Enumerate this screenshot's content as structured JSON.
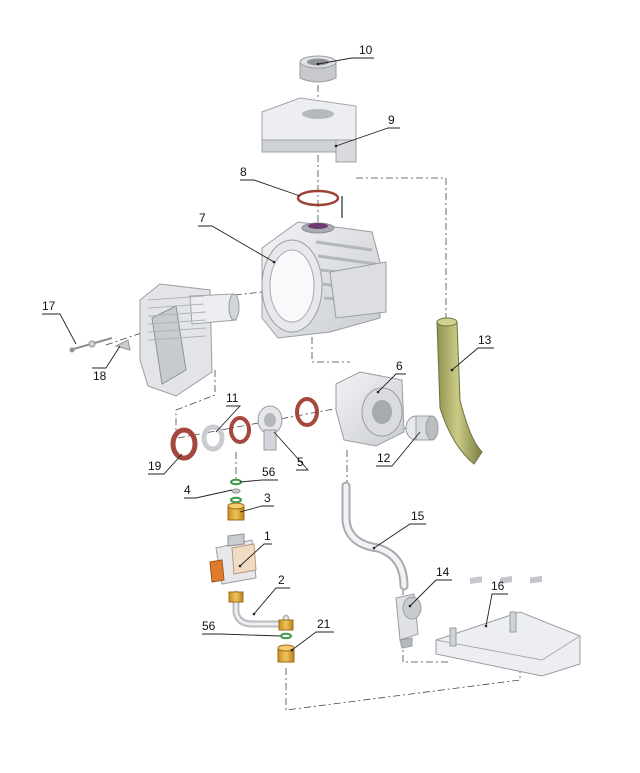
{
  "diagram": {
    "callouts": [
      {
        "id": "10",
        "text": "10"
      },
      {
        "id": "9",
        "text": "9"
      },
      {
        "id": "8",
        "text": "8"
      },
      {
        "id": "7",
        "text": "7"
      },
      {
        "id": "17",
        "text": "17"
      },
      {
        "id": "18",
        "text": "18"
      },
      {
        "id": "13",
        "text": "13"
      },
      {
        "id": "6",
        "text": "6"
      },
      {
        "id": "11",
        "text": "11"
      },
      {
        "id": "19",
        "text": "19"
      },
      {
        "id": "5",
        "text": "5"
      },
      {
        "id": "12",
        "text": "12"
      },
      {
        "id": "56a",
        "text": "56"
      },
      {
        "id": "4",
        "text": "4"
      },
      {
        "id": "3",
        "text": "3"
      },
      {
        "id": "15",
        "text": "15"
      },
      {
        "id": "1",
        "text": "1"
      },
      {
        "id": "14",
        "text": "14"
      },
      {
        "id": "16",
        "text": "16"
      },
      {
        "id": "2",
        "text": "2"
      },
      {
        "id": "56b",
        "text": "56"
      },
      {
        "id": "21",
        "text": "21"
      }
    ]
  },
  "colors": {
    "casting": "#e4e6ea",
    "casting_shadow": "#c4c7cc",
    "gasket": "#a5473c",
    "brass": "#e2ad3d",
    "pipe_green": "#b3b56a",
    "seal_green": "#3f9a4a",
    "valve_orange": "#e07a2c",
    "line": "#333333"
  }
}
